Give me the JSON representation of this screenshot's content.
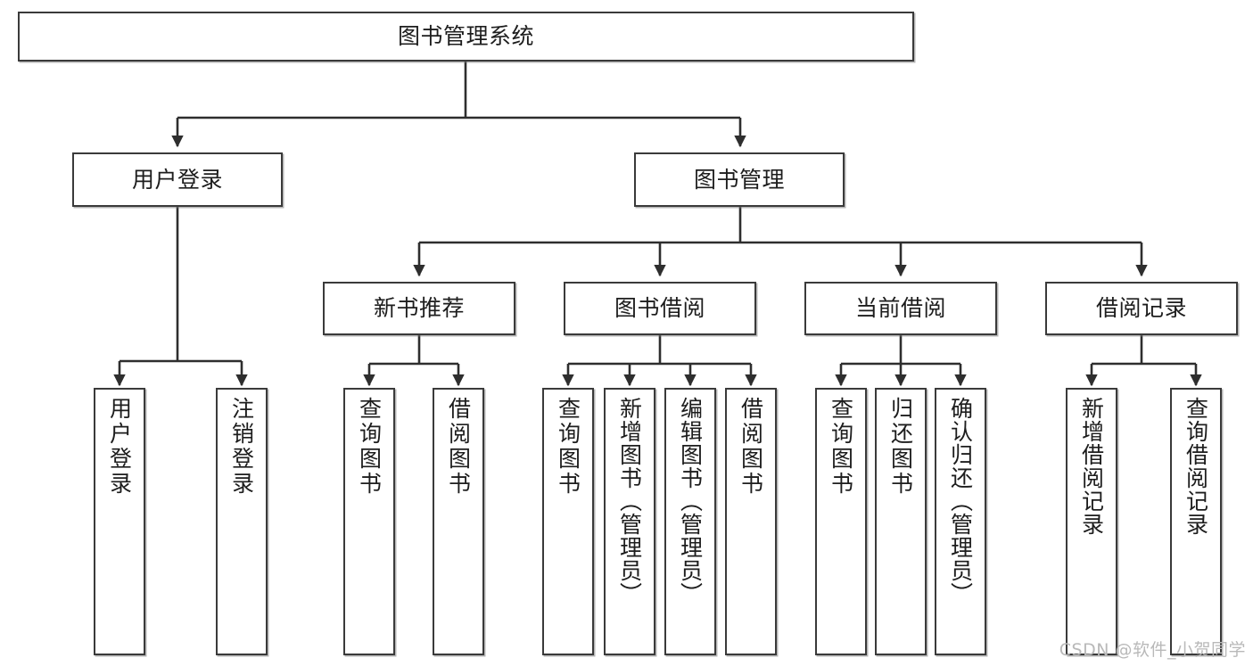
{
  "diagram": {
    "title": "图书管理系统",
    "type": "tree",
    "watermark": "CSDN @软件_小贺同学",
    "colors": {
      "box_border": "#3a3a3a",
      "box_fill": "#ffffff",
      "edge": "#2e2e2e",
      "text": "#1d1d1d",
      "watermark": "#b9b9b9"
    },
    "root": {
      "label": "图书管理系统"
    },
    "level1": [
      {
        "label": "用户登录"
      },
      {
        "label": "图书管理"
      }
    ],
    "level2": [
      {
        "label": "新书推荐"
      },
      {
        "label": "图书借阅"
      },
      {
        "label": "当前借阅"
      },
      {
        "label": "借阅记录"
      }
    ],
    "leaves": {
      "user_login": [
        {
          "label": "用户登录"
        },
        {
          "label": "注销登录"
        }
      ],
      "new_book_recommend": [
        {
          "label": "查询图书"
        },
        {
          "label": "借阅图书"
        }
      ],
      "book_borrow": [
        {
          "label": "查询图书"
        },
        {
          "label": "新增图书（管理员）"
        },
        {
          "label": "编辑图书（管理员）"
        },
        {
          "label": "借阅图书"
        }
      ],
      "current_borrow": [
        {
          "label": "查询图书"
        },
        {
          "label": "归还图书"
        },
        {
          "label": "确认归还（管理员）"
        }
      ],
      "borrow_record": [
        {
          "label": "新增借阅记录"
        },
        {
          "label": "查询借阅记录"
        }
      ]
    }
  }
}
